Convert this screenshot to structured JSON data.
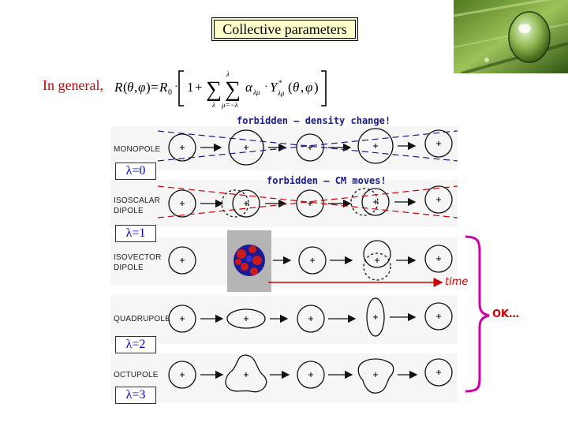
{
  "title": "Collective parameters",
  "intro_text": "In general,",
  "notes": {
    "density": "forbidden – density change!",
    "cm": "forbidden – CM moves!"
  },
  "rows": [
    {
      "label_line1": "MONOPOLE",
      "label_line2": "",
      "lambda": "λ=0"
    },
    {
      "label_line1": "ISOSCALAR",
      "label_line2": "DIPOLE",
      "lambda": "λ=1"
    },
    {
      "label_line1": "ISOVECTOR",
      "label_line2": "DIPOLE",
      "lambda": ""
    },
    {
      "label_line1": "QUADRUPOLE",
      "label_line2": "",
      "lambda": "λ=2"
    },
    {
      "label_line1": "OCTUPOLE",
      "label_line2": "",
      "lambda": "λ=3"
    }
  ],
  "time_label": "time",
  "ok_label": "OK…",
  "colors": {
    "red": "#cc0000",
    "blue": "#1a1a8c",
    "title_bg": "#ffffcc"
  }
}
